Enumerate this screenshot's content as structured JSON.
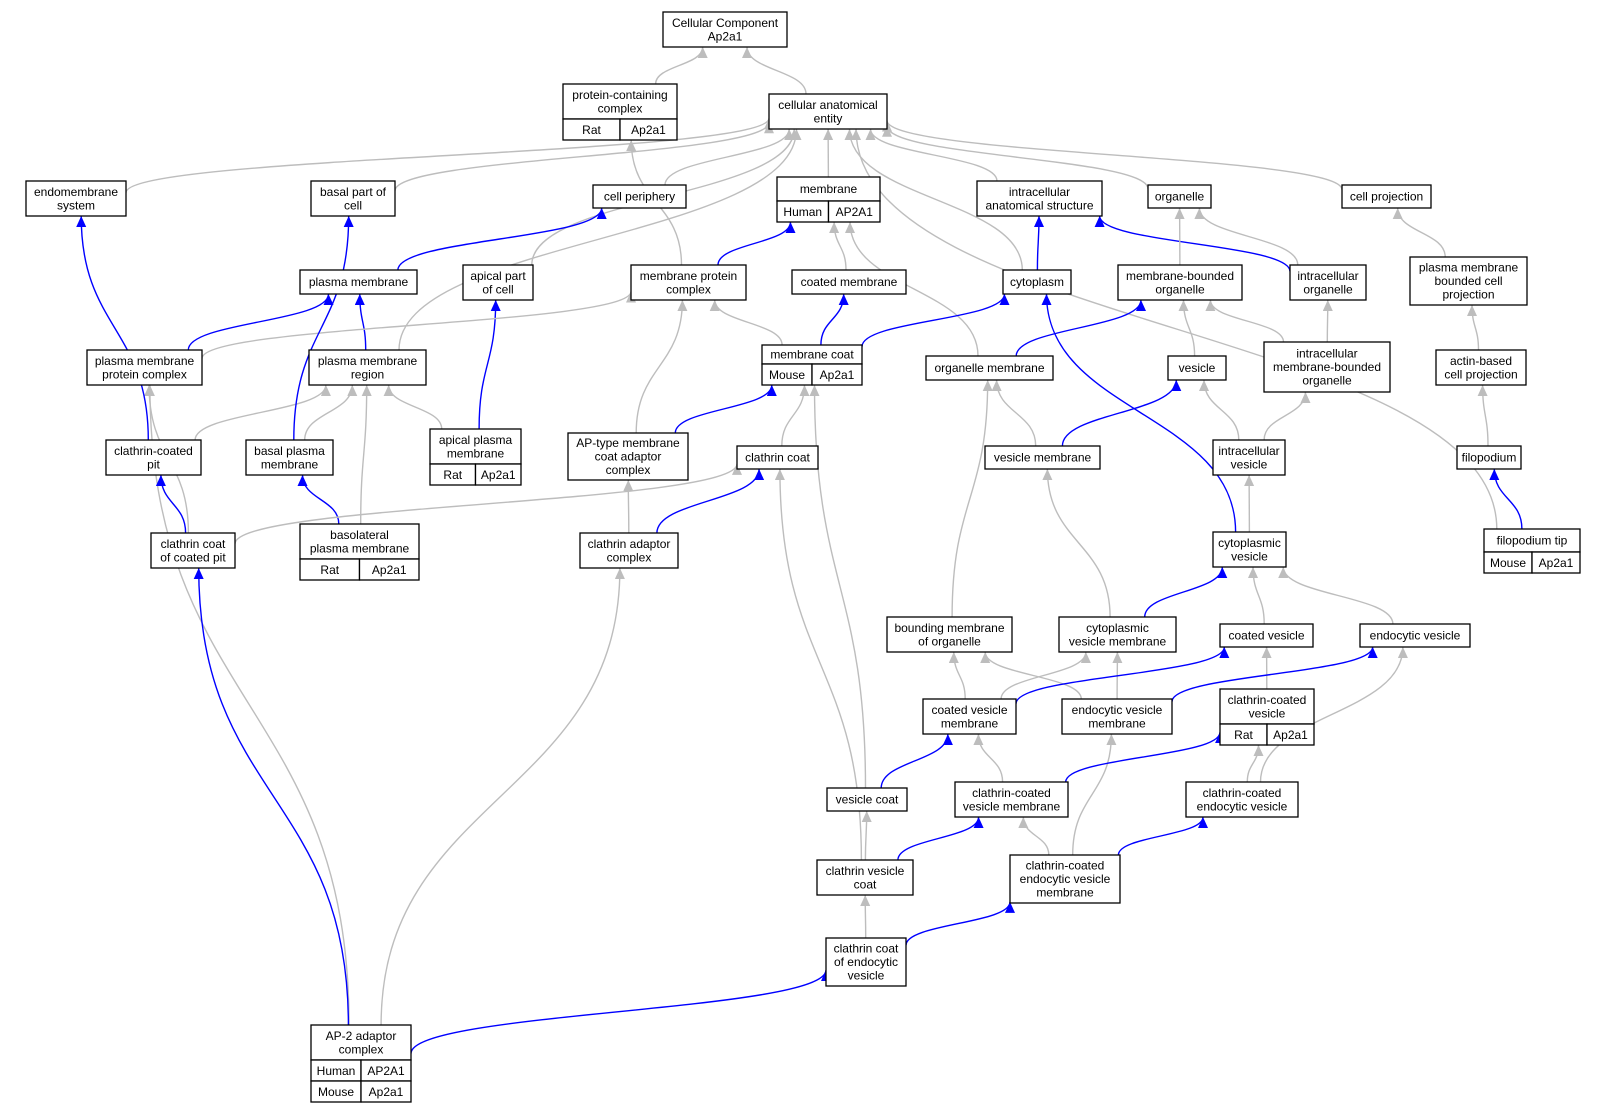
{
  "diagram": {
    "colors": {
      "is_a_edge": "#bdbdbd",
      "part_of_edge": "#0000ff",
      "human": "#f05b3f",
      "mouse": "#add8e6",
      "rat": "#ffd700",
      "node_fill": "#ffffff",
      "node_border": "#000000"
    },
    "nodes": [
      {
        "id": "root",
        "lines": [
          "Cellular Component",
          "Ap2a1"
        ]
      },
      {
        "id": "pcc",
        "lines": [
          "protein-containing",
          "complex"
        ],
        "annotations": [
          [
            "Rat",
            "Ap2a1"
          ]
        ]
      },
      {
        "id": "cae",
        "lines": [
          "cellular anatomical",
          "entity"
        ]
      },
      {
        "id": "endo",
        "lines": [
          "endomembrane",
          "system"
        ]
      },
      {
        "id": "basalpart",
        "lines": [
          "basal part of",
          "cell"
        ]
      },
      {
        "id": "cellper",
        "lines": [
          "cell periphery"
        ]
      },
      {
        "id": "membrane",
        "lines": [
          "membrane"
        ],
        "annotations": [
          [
            "Human",
            "AP2A1"
          ]
        ]
      },
      {
        "id": "ias",
        "lines": [
          "intracellular",
          "anatomical structure"
        ]
      },
      {
        "id": "organelle",
        "lines": [
          "organelle"
        ]
      },
      {
        "id": "cellproj",
        "lines": [
          "cell projection"
        ]
      },
      {
        "id": "pm",
        "lines": [
          "plasma membrane"
        ]
      },
      {
        "id": "apicalpart",
        "lines": [
          "apical part",
          "of cell"
        ]
      },
      {
        "id": "mpc",
        "lines": [
          "membrane protein",
          "complex"
        ]
      },
      {
        "id": "coatedmem",
        "lines": [
          "coated membrane"
        ]
      },
      {
        "id": "cytoplasm",
        "lines": [
          "cytoplasm"
        ]
      },
      {
        "id": "mbo",
        "lines": [
          "membrane-bounded",
          "organelle"
        ]
      },
      {
        "id": "intraorg",
        "lines": [
          "intracellular",
          "organelle"
        ]
      },
      {
        "id": "pmbcp",
        "lines": [
          "plasma membrane",
          "bounded cell",
          "projection"
        ]
      },
      {
        "id": "pmpc",
        "lines": [
          "plasma membrane",
          "protein complex"
        ]
      },
      {
        "id": "pmr",
        "lines": [
          "plasma membrane",
          "region"
        ]
      },
      {
        "id": "memcoat",
        "lines": [
          "membrane coat"
        ],
        "annotations": [
          [
            "Mouse",
            "Ap2a1"
          ]
        ]
      },
      {
        "id": "orgmem",
        "lines": [
          "organelle membrane"
        ]
      },
      {
        "id": "vesicle",
        "lines": [
          "vesicle"
        ]
      },
      {
        "id": "imbo",
        "lines": [
          "intracellular",
          "membrane-bounded",
          "organelle"
        ]
      },
      {
        "id": "acp",
        "lines": [
          "actin-based",
          "cell projection"
        ]
      },
      {
        "id": "ccpit",
        "lines": [
          "clathrin-coated",
          "pit"
        ]
      },
      {
        "id": "basalpm",
        "lines": [
          "basal plasma",
          "membrane"
        ]
      },
      {
        "id": "apicalpm",
        "lines": [
          "apical plasma",
          "membrane"
        ],
        "annotations": [
          [
            "Rat",
            "Ap2a1"
          ]
        ]
      },
      {
        "id": "aptype",
        "lines": [
          "AP-type membrane",
          "coat adaptor",
          "complex"
        ]
      },
      {
        "id": "clathcoat",
        "lines": [
          "clathrin coat"
        ]
      },
      {
        "id": "vesmem",
        "lines": [
          "vesicle membrane"
        ]
      },
      {
        "id": "intraves",
        "lines": [
          "intracellular",
          "vesicle"
        ]
      },
      {
        "id": "filopodium",
        "lines": [
          "filopodium"
        ]
      },
      {
        "id": "ccopit",
        "lines": [
          "clathrin coat",
          "of coated pit"
        ]
      },
      {
        "id": "blpm",
        "lines": [
          "basolateral",
          "plasma membrane"
        ],
        "annotations": [
          [
            "Rat",
            "Ap2a1"
          ]
        ]
      },
      {
        "id": "cadapt",
        "lines": [
          "clathrin adaptor",
          "complex"
        ]
      },
      {
        "id": "cytoves",
        "lines": [
          "cytoplasmic",
          "vesicle"
        ]
      },
      {
        "id": "filotip",
        "lines": [
          "filopodium tip"
        ],
        "annotations": [
          [
            "Mouse",
            "Ap2a1"
          ]
        ]
      },
      {
        "id": "bmo",
        "lines": [
          "bounding membrane",
          "of organelle"
        ]
      },
      {
        "id": "cvm",
        "lines": [
          "cytoplasmic",
          "vesicle membrane"
        ]
      },
      {
        "id": "coatedves",
        "lines": [
          "coated vesicle"
        ]
      },
      {
        "id": "endoves",
        "lines": [
          "endocytic vesicle"
        ]
      },
      {
        "id": "cvmem",
        "lines": [
          "coated vesicle",
          "membrane"
        ]
      },
      {
        "id": "evm",
        "lines": [
          "endocytic vesicle",
          "membrane"
        ]
      },
      {
        "id": "ccv",
        "lines": [
          "clathrin-coated",
          "vesicle"
        ],
        "annotations": [
          [
            "Rat",
            "Ap2a1"
          ]
        ]
      },
      {
        "id": "vescoat",
        "lines": [
          "vesicle coat"
        ]
      },
      {
        "id": "ccvm",
        "lines": [
          "clathrin-coated",
          "vesicle membrane"
        ]
      },
      {
        "id": "ccev",
        "lines": [
          "clathrin-coated",
          "endocytic vesicle"
        ]
      },
      {
        "id": "cvcoat",
        "lines": [
          "clathrin vesicle",
          "coat"
        ]
      },
      {
        "id": "ccevm",
        "lines": [
          "clathrin-coated",
          "endocytic vesicle",
          "membrane"
        ]
      },
      {
        "id": "ccoev",
        "lines": [
          "clathrin coat",
          "of endocytic",
          "vesicle"
        ]
      },
      {
        "id": "ap2",
        "lines": [
          "AP-2 adaptor",
          "complex"
        ],
        "annotations": [
          [
            "Human",
            "AP2A1"
          ],
          [
            "Mouse",
            "Ap2a1"
          ]
        ]
      }
    ],
    "edges": [
      {
        "from": "pcc",
        "to": "root",
        "type": "is_a"
      },
      {
        "from": "cae",
        "to": "root",
        "type": "is_a"
      },
      {
        "from": "endo",
        "to": "cae",
        "type": "is_a"
      },
      {
        "from": "basalpart",
        "to": "cae",
        "type": "is_a"
      },
      {
        "from": "cellper",
        "to": "cae",
        "type": "is_a"
      },
      {
        "from": "membrane",
        "to": "cae",
        "type": "is_a"
      },
      {
        "from": "ias",
        "to": "cae",
        "type": "is_a"
      },
      {
        "from": "organelle",
        "to": "cae",
        "type": "is_a"
      },
      {
        "from": "cellproj",
        "to": "cae",
        "type": "is_a"
      },
      {
        "from": "apicalpart",
        "to": "cae",
        "type": "is_a"
      },
      {
        "from": "pmr",
        "to": "cae",
        "type": "is_a"
      },
      {
        "from": "cytoplasm",
        "to": "cae",
        "type": "is_a"
      },
      {
        "from": "filotip",
        "to": "cae",
        "type": "is_a"
      },
      {
        "from": "mpc",
        "to": "pcc",
        "type": "is_a"
      },
      {
        "from": "pm",
        "to": "cellper",
        "type": "part_of"
      },
      {
        "from": "mpc",
        "to": "membrane",
        "type": "part_of"
      },
      {
        "from": "coatedmem",
        "to": "membrane",
        "type": "is_a"
      },
      {
        "from": "orgmem",
        "to": "membrane",
        "type": "is_a"
      },
      {
        "from": "cytoplasm",
        "to": "ias",
        "type": "part_of"
      },
      {
        "from": "intraorg",
        "to": "ias",
        "type": "part_of"
      },
      {
        "from": "mbo",
        "to": "organelle",
        "type": "is_a"
      },
      {
        "from": "intraorg",
        "to": "organelle",
        "type": "is_a"
      },
      {
        "from": "pmbcp",
        "to": "cellproj",
        "type": "is_a"
      },
      {
        "from": "pmpc",
        "to": "pm",
        "type": "part_of"
      },
      {
        "from": "pmr",
        "to": "pm",
        "type": "part_of"
      },
      {
        "from": "apicalpm",
        "to": "apicalpart",
        "type": "part_of"
      },
      {
        "from": "pmpc",
        "to": "mpc",
        "type": "is_a"
      },
      {
        "from": "memcoat",
        "to": "mpc",
        "type": "is_a"
      },
      {
        "from": "aptype",
        "to": "mpc",
        "type": "is_a"
      },
      {
        "from": "memcoat",
        "to": "coatedmem",
        "type": "part_of"
      },
      {
        "from": "memcoat",
        "to": "cytoplasm",
        "type": "part_of"
      },
      {
        "from": "cytoves",
        "to": "cytoplasm",
        "type": "part_of"
      },
      {
        "from": "orgmem",
        "to": "mbo",
        "type": "part_of"
      },
      {
        "from": "vesicle",
        "to": "mbo",
        "type": "is_a"
      },
      {
        "from": "imbo",
        "to": "mbo",
        "type": "is_a"
      },
      {
        "from": "imbo",
        "to": "intraorg",
        "type": "is_a"
      },
      {
        "from": "acp",
        "to": "pmbcp",
        "type": "is_a"
      },
      {
        "from": "ccpit",
        "to": "pmr",
        "type": "is_a"
      },
      {
        "from": "basalpm",
        "to": "pmr",
        "type": "is_a"
      },
      {
        "from": "apicalpm",
        "to": "pmr",
        "type": "is_a"
      },
      {
        "from": "blpm",
        "to": "pmr",
        "type": "is_a"
      },
      {
        "from": "ccopit",
        "to": "pmpc",
        "type": "is_a"
      },
      {
        "from": "ap2",
        "to": "pmpc",
        "type": "is_a"
      },
      {
        "from": "clathcoat",
        "to": "memcoat",
        "type": "is_a"
      },
      {
        "from": "vescoat",
        "to": "memcoat",
        "type": "is_a"
      },
      {
        "from": "aptype",
        "to": "memcoat",
        "type": "part_of"
      },
      {
        "from": "vesmem",
        "to": "orgmem",
        "type": "is_a"
      },
      {
        "from": "bmo",
        "to": "orgmem",
        "type": "is_a"
      },
      {
        "from": "vesmem",
        "to": "vesicle",
        "type": "part_of"
      },
      {
        "from": "intraves",
        "to": "vesicle",
        "type": "is_a"
      },
      {
        "from": "intraves",
        "to": "imbo",
        "type": "is_a"
      },
      {
        "from": "filopodium",
        "to": "acp",
        "type": "is_a"
      },
      {
        "from": "ccpit",
        "to": "endo",
        "type": "part_of"
      },
      {
        "from": "ccopit",
        "to": "ccpit",
        "type": "part_of"
      },
      {
        "from": "basalpm",
        "to": "basalpart",
        "type": "part_of"
      },
      {
        "from": "blpm",
        "to": "basalpm",
        "type": "part_of"
      },
      {
        "from": "cadapt",
        "to": "aptype",
        "type": "is_a"
      },
      {
        "from": "cadapt",
        "to": "clathcoat",
        "type": "part_of"
      },
      {
        "from": "ccopit",
        "to": "clathcoat",
        "type": "is_a"
      },
      {
        "from": "cvcoat",
        "to": "clathcoat",
        "type": "is_a"
      },
      {
        "from": "cvm",
        "to": "vesmem",
        "type": "is_a"
      },
      {
        "from": "cytoves",
        "to": "intraves",
        "type": "is_a"
      },
      {
        "from": "filotip",
        "to": "filopodium",
        "type": "part_of"
      },
      {
        "from": "ap2",
        "to": "ccopit",
        "type": "part_of"
      },
      {
        "from": "ap2",
        "to": "cadapt",
        "type": "is_a"
      },
      {
        "from": "cvm",
        "to": "cytoves",
        "type": "part_of"
      },
      {
        "from": "coatedves",
        "to": "cytoves",
        "type": "is_a"
      },
      {
        "from": "endoves",
        "to": "cytoves",
        "type": "is_a"
      },
      {
        "from": "cvmem",
        "to": "bmo",
        "type": "is_a"
      },
      {
        "from": "evm",
        "to": "bmo",
        "type": "is_a"
      },
      {
        "from": "cvmem",
        "to": "cvm",
        "type": "is_a"
      },
      {
        "from": "evm",
        "to": "cvm",
        "type": "is_a"
      },
      {
        "from": "cvmem",
        "to": "coatedves",
        "type": "part_of"
      },
      {
        "from": "ccv",
        "to": "coatedves",
        "type": "is_a"
      },
      {
        "from": "evm",
        "to": "endoves",
        "type": "part_of"
      },
      {
        "from": "ccev",
        "to": "endoves",
        "type": "is_a"
      },
      {
        "from": "ccvm",
        "to": "cvmem",
        "type": "is_a"
      },
      {
        "from": "vescoat",
        "to": "cvmem",
        "type": "part_of"
      },
      {
        "from": "ccevm",
        "to": "evm",
        "type": "is_a"
      },
      {
        "from": "ccvm",
        "to": "ccv",
        "type": "part_of"
      },
      {
        "from": "ccev",
        "to": "ccv",
        "type": "is_a"
      },
      {
        "from": "cvcoat",
        "to": "vescoat",
        "type": "is_a"
      },
      {
        "from": "cvcoat",
        "to": "ccvm",
        "type": "part_of"
      },
      {
        "from": "ccevm",
        "to": "ccvm",
        "type": "is_a"
      },
      {
        "from": "ccevm",
        "to": "ccev",
        "type": "part_of"
      },
      {
        "from": "ccoev",
        "to": "cvcoat",
        "type": "is_a"
      },
      {
        "from": "ccoev",
        "to": "ccevm",
        "type": "part_of"
      },
      {
        "from": "ap2",
        "to": "ccoev",
        "type": "part_of"
      }
    ]
  }
}
